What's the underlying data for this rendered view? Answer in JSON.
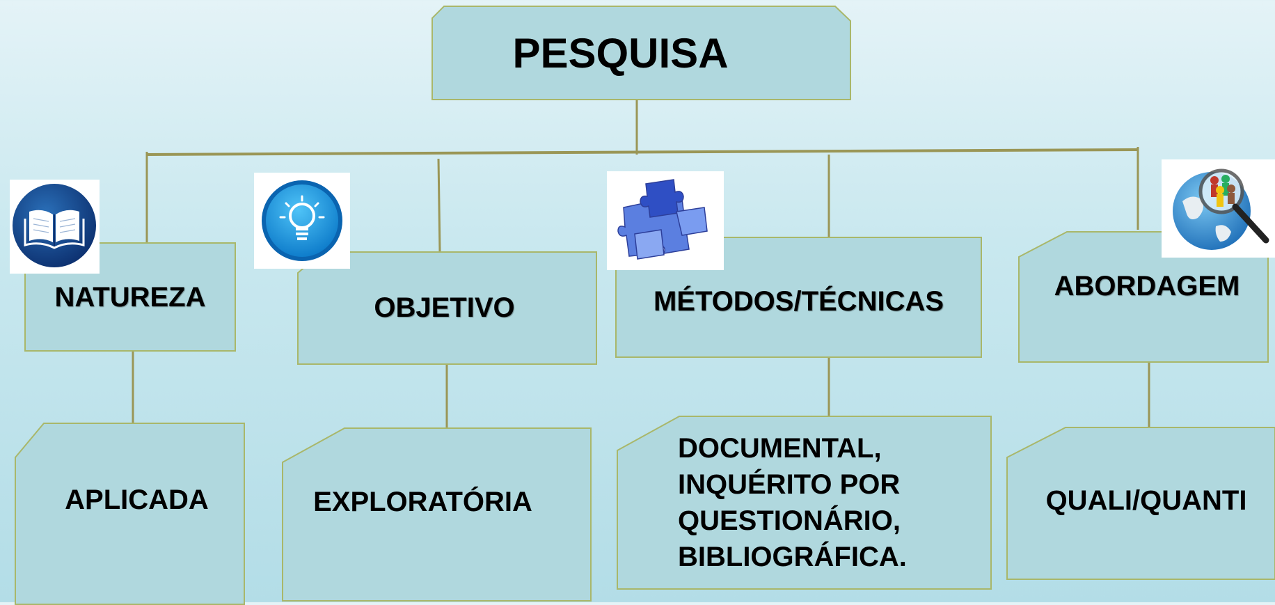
{
  "root": {
    "label": "PESQUISA"
  },
  "categories": [
    {
      "label": "NATUREZA",
      "icon": "book-icon",
      "child": "APLICADA"
    },
    {
      "label": "OBJETIVO",
      "icon": "lightbulb-icon",
      "child": "EXPLORATÓRIA"
    },
    {
      "label": "MÉTODOS/TÉCNICAS",
      "icon": "puzzle-icon",
      "child": "DOCUMENTAL,\nINQUÉRITO POR\nQUESTIONÁRIO,\nBIBLIOGRÁFICA."
    },
    {
      "label": "ABORDAGEM",
      "icon": "globe-magnifier-icon",
      "child": "QUALI/QUANTI"
    }
  ],
  "colors": {
    "box_fill": "#b0d8de",
    "box_border": "#a9b76a",
    "connector": "#9a9656",
    "background_top": "#e4f3f7",
    "background_bottom": "#b3dde7"
  }
}
